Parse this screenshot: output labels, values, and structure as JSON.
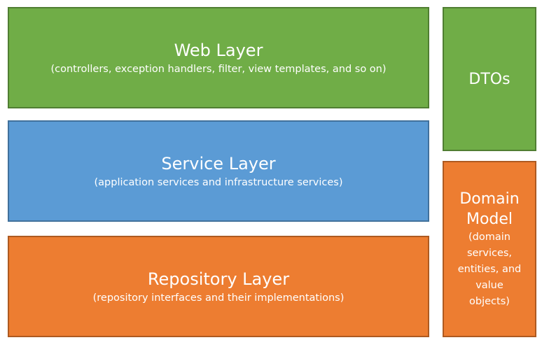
{
  "layers": {
    "web": {
      "title": "Web Layer",
      "subtitle": "(controllers, exception handlers, filter, view templates, and so on)"
    },
    "service": {
      "title": "Service Layer",
      "subtitle": "(application services and infrastructure services)"
    },
    "repository": {
      "title": "Repository Layer",
      "subtitle": "(repository interfaces and their implementations)"
    }
  },
  "side": {
    "dtos": {
      "title": "DTOs"
    },
    "domain_model": {
      "title": "Domain\nModel",
      "subtitle": "(domain\nservices,\nentities, and\nvalue\nobjects)"
    }
  },
  "colors": {
    "green": "#70ad47",
    "blue": "#5b9bd5",
    "orange": "#ed7d31"
  }
}
